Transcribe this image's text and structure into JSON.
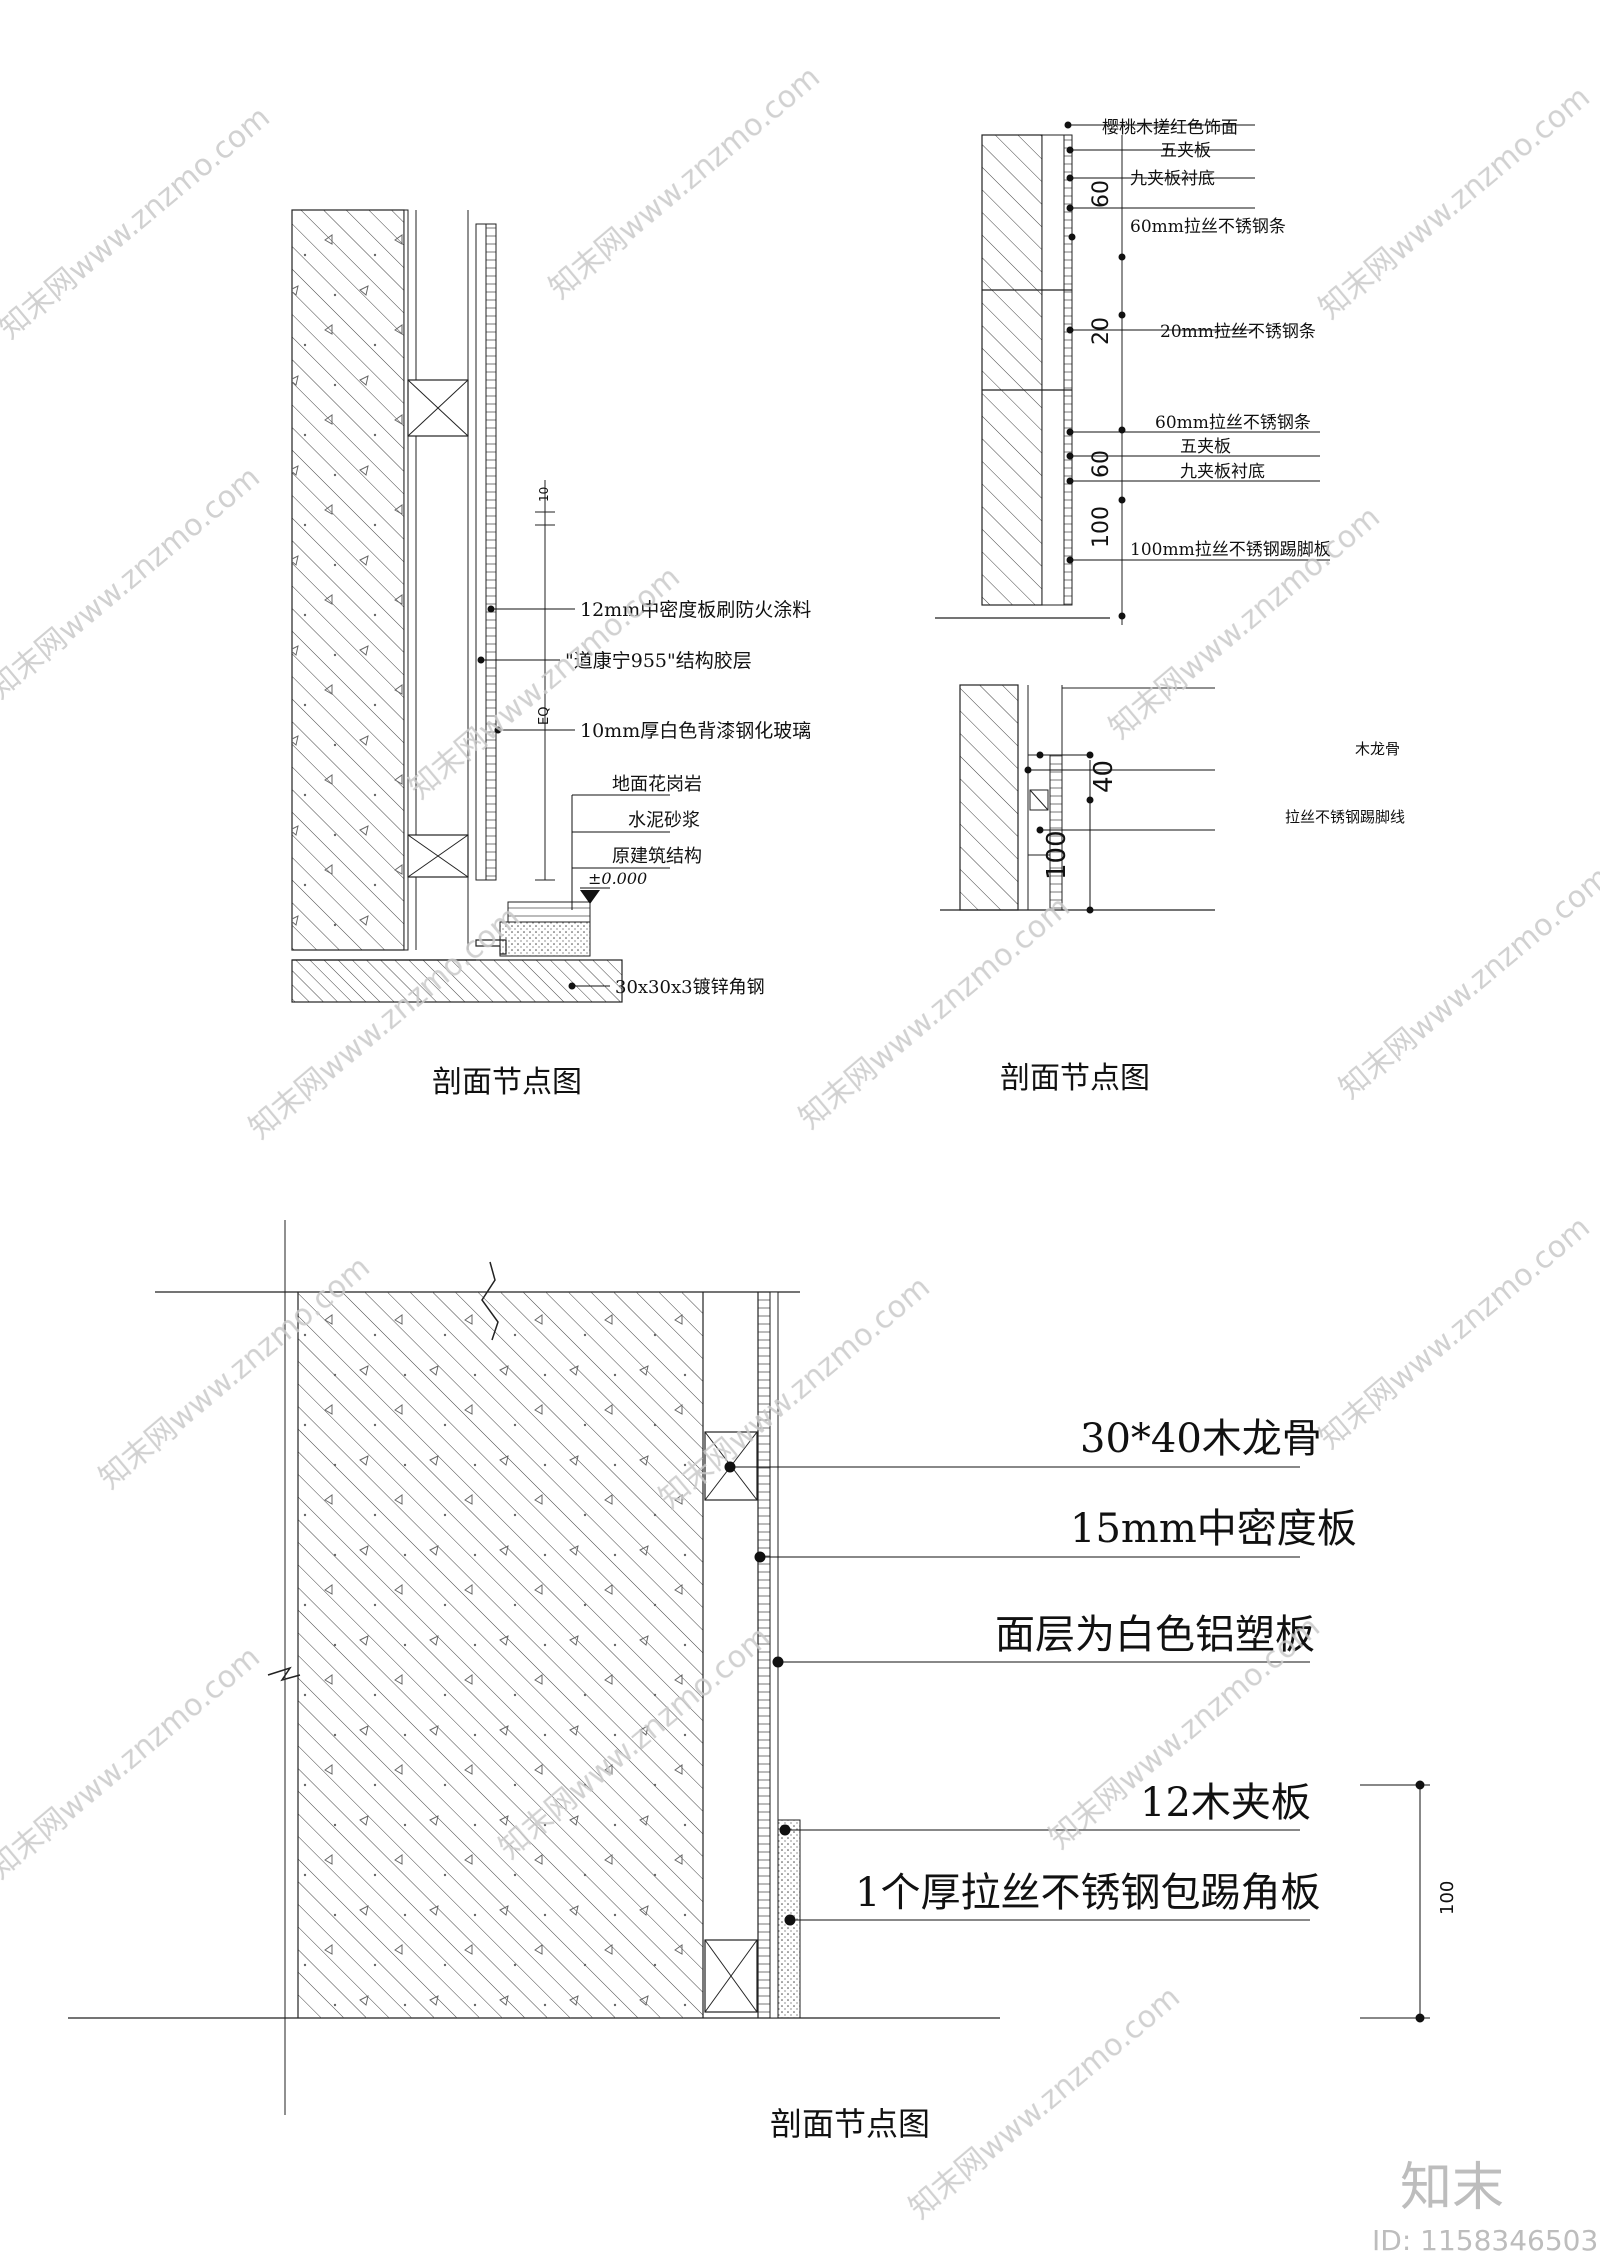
{
  "detail_1": {
    "title": "剖面节点图",
    "callouts": [
      "12mm中密度板刷防火涂料",
      "\"道康宁955\"结构胶层",
      "10mm厚白色背漆钢化玻璃",
      "地面花岗岩",
      "水泥砂浆",
      "原建筑结构",
      "30x30x3镀锌角钢"
    ],
    "level_mark": "±0.000",
    "dim_10": "10",
    "dim_eq": "EQ"
  },
  "detail_2": {
    "title": "剖面节点图",
    "callouts": [
      "樱桃木搓红色饰面",
      "五夹板",
      "九夹板衬底",
      "60mm拉丝不锈钢条",
      "20mm拉丝不锈钢条",
      "60mm拉丝不锈钢条",
      "五夹板",
      "九夹板衬底",
      "100mm拉丝不锈钢踢脚板"
    ],
    "dims": [
      "60",
      "20",
      "60",
      "100"
    ]
  },
  "detail_3": {
    "callouts": [
      "木龙骨",
      "拉丝不锈钢踢脚线"
    ],
    "dims": [
      "40",
      "100"
    ]
  },
  "detail_4": {
    "title": "剖面节点图",
    "callouts": [
      "30*40木龙骨",
      "15mm中密度板",
      "面层为白色铝塑板",
      "12木夹板",
      "1个厚拉丝不锈钢包踢角板"
    ],
    "dim_100": "100"
  },
  "watermark": {
    "text": "知末网www.znzmo.com",
    "color": "#c9c9c9"
  },
  "brand": {
    "logo_text": "知末",
    "id_text": "ID: 1158346503"
  }
}
